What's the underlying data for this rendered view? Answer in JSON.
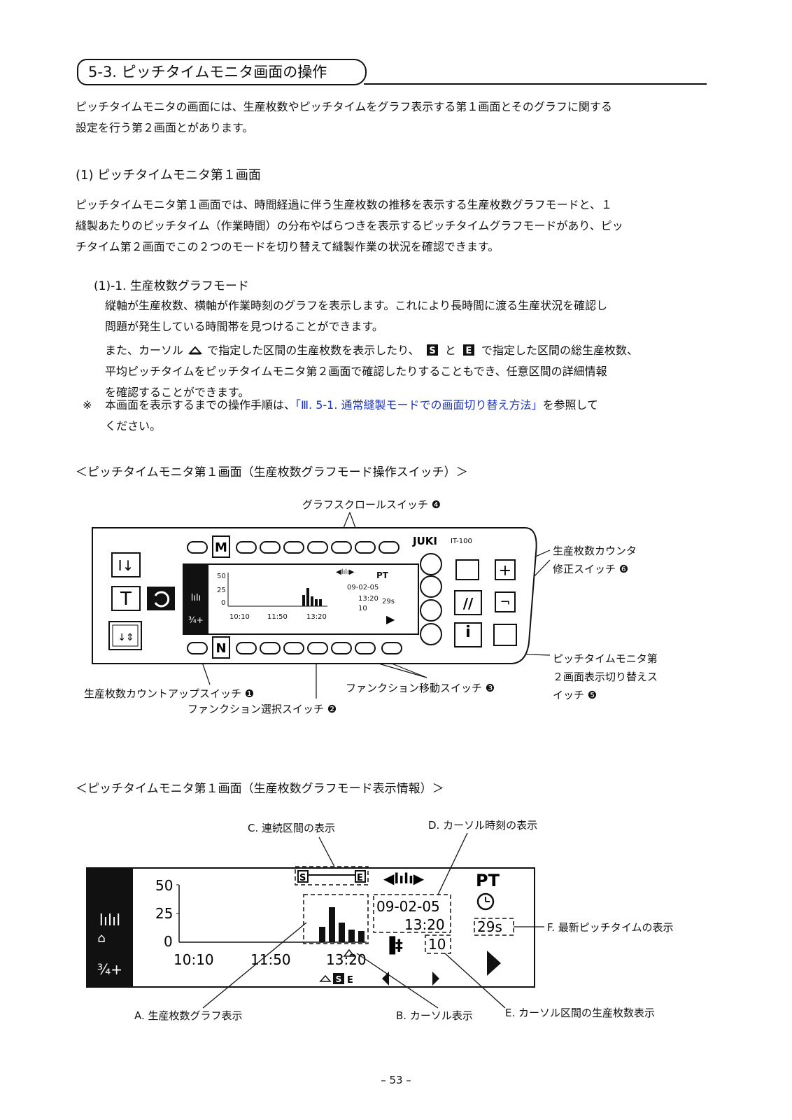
{
  "section_title": "5-3. ピッチタイムモニタ画面の操作",
  "intro": [
    "ピッチタイムモニタの画面には、生産枚数やピッチタイムをグラフ表示する第１画面とそのグラフに関する",
    "設定を行う第２画面とがあります。"
  ],
  "sub1_title": "(1) ピッチタイムモニタ第１画面",
  "sub1_text": [
    "ピッチタイムモニタ第１画面では、時間経過に伴う生産枚数の推移を表示する生産枚数グラフモードと、１",
    "縫製あたりのピッチタイム（作業時間）の分布やばらつきを表示するピッチタイムグラフモードがあり、ピッ",
    "チタイム第２画面でこの２つのモードを切り替えて縫製作業の状況を確認できます。"
  ],
  "sub11_title": "(1)-1. 生産枚数グラフモード",
  "sub11_text1": [
    "縦軸が生産枚数、横軸が作業時刻のグラフを表示します。これにより長時間に渡る生産状況を確認し",
    "問題が発生している時間帯を見つけることができます。"
  ],
  "sub11_line3_a": "また、カーソル",
  "sub11_line3_b": "で指定した区間の生産枚数を表示したり、",
  "sub11_line3_c": "と",
  "sub11_line3_d": "で指定した区間の総生産枚数、",
  "sub11_text2": [
    "平均ピッチタイムをピッチタイムモニタ第２画面で確認したりすることもでき、任意区間の詳細情報",
    "を確認することができます。"
  ],
  "note_mark": "※",
  "note_a": "本画面を表示するまでの操作手順は、",
  "note_link": "「Ⅲ. 5-1. 通常縫製モードでの画面切り替え方法」",
  "note_b": "を参照して",
  "note_c": "ください。",
  "caption1": "＜ピッチタイムモニタ第１画面（生産枚数グラフモード操作スイッチ）＞",
  "caption2": "＜ピッチタイムモニタ第１画面（生産枚数グラフモード表示情報）＞",
  "panel_labels": {
    "graph_scroll": "グラフスクロールスイッチ ❹",
    "counter_fix_1": "生産枚数カウンタ",
    "counter_fix_2": "修正スイッチ ❻",
    "screen2_1": "ピッチタイムモニタ第",
    "screen2_2": "２画面表示切り替えス",
    "screen2_3": "イッチ ❺",
    "count_up": "生産枚数カウントアップスイッチ ❶",
    "func_move": "ファンクション移動スイッチ ❸",
    "func_select": "ファンクション選択スイッチ ❷",
    "brand": "JUKI",
    "model": "IT-100"
  },
  "lcd": {
    "y_ticks": [
      "50",
      "25",
      "0"
    ],
    "x_ticks": [
      "10:10",
      "11:50",
      "13:20"
    ],
    "date": "09-02-05",
    "time": "13:20",
    "count": "10",
    "pt": "PT",
    "pitch": "29s",
    "s_mark": "S",
    "e_mark": "E"
  },
  "info_labels": {
    "c": "C. 連続区間の表示",
    "d": "D. カーソル時刻の表示",
    "f": "F. 最新ピッチタイムの表示",
    "a": "A. 生産枚数グラフ表示",
    "b": "B. カーソル表示",
    "e": "E. カーソル区間の生産枚数表示"
  },
  "page_number": "– 53 –"
}
